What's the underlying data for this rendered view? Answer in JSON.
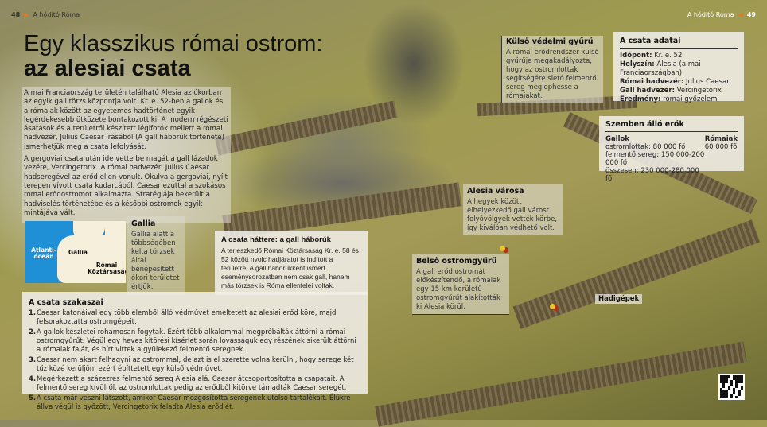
{
  "header_left": {
    "page": "48",
    "section": "A hódító Róma"
  },
  "header_right": {
    "page": "49",
    "section": "A hódító Róma"
  },
  "title": {
    "line1": "Egy klasszikus római ostrom:",
    "line2": "az alesiai csata"
  },
  "intro": [
    "A mai Franciaország területén található Alesia az ókorban az egyik gall törzs központja volt. Kr. e. 52-ben a gallok és a rómaiak között az egyetemes hadtörténet egyik legérdekesebb ütközete bontakozott ki. A modern régészeti ásatások és a területről készített légifotók mellett a római hadvezér, Julius Caesar írásából (A gall háborúk története) ismerhetjük meg a csata lefolyását.",
    "A gergoviai csata után ide vette be magát a gall lázadók vezére, Vercingetorix. A római hadvezér, Julius Caesar hadseregével az erőd ellen vonult. Okulva a gergoviai, nyílt terepen vívott csata kudarcából, Caesar ezúttal a szokásos római erődostromot alkalmazta. Stratégiája bekerült a hadviselés történetébe és a későbbi ostromok egyik mintájává vált."
  ],
  "map": {
    "labels": {
      "ocean": "Atlanti-óceán",
      "gallia": "Gallia",
      "rome": "Római Köztársaság"
    },
    "colors": {
      "sea": "#1f8fd6",
      "land": "#f6efdc"
    }
  },
  "gallia": {
    "title": "Gallia",
    "text": "Gallia alatt a többségében kelta törzsek által benépesített ókori területet értjük."
  },
  "background_box": {
    "title": "A csata háttere: a gall háborúk",
    "text": "A terjeszkedő Római Köztársaság Kr. e. 58 és 52 között nyolc hadjáratot is indított a területre. A gall háborúkként ismert eseménysorozatban nem csak gall, hanem más törzsek is Róma ellenfelei voltak."
  },
  "phases": {
    "title": "A csata szakaszai",
    "items": [
      {
        "num": "1.",
        "text": "Caesar katonáival egy több elemből álló védművet emeltetett az alesiai erőd köré, majd felsorakoztatta ostromgépeit."
      },
      {
        "num": "2.",
        "text": "A gallok készletei rohamosan fogytak. Ezért több alkalommal megpróbálták áttörni a római ostromgyűrűt. Végül egy heves kitörési kísérlet során lovasságuk egy részének sikerült áttörni a rómaiak falát, és hírt vittek a gyülekező felmentő seregnek."
      },
      {
        "num": "3.",
        "text": "Caesar nem akart felhagyni az ostrommal, de azt is el szerette volna kerülni, hogy serege két tűz közé kerüljön, ezért építtetett egy külső védművet."
      },
      {
        "num": "4.",
        "text": "Megérkezett a százezres felmentő sereg Alesia alá. Caesar átcsoportosította a csapatait. A felmentő sereg kívülről, az ostromlottak pedig az erődből kitörve támadták Caesar seregét."
      },
      {
        "num": "5.",
        "text": "A csata már veszni látszott, amikor Caesar mozgósította seregének utolsó tartalékait. Élükre állva végül is győzött, Vercingetorix feladta Alesia erődjét."
      }
    ]
  },
  "outer_ring": {
    "title": "Külső védelmi gyűrű",
    "text": "A római erődrendszer külső gyűrűje megakadályozta, hogy az ostromlottak segítségére siető felmentő sereg meglephesse a rómaiakat."
  },
  "facts": {
    "title": "A csata adatai",
    "rows": [
      {
        "label": "Időpont:",
        "value": "Kr. e. 52"
      },
      {
        "label": "Helyszín:",
        "value": "Alesia (a mai Franciaországban)"
      },
      {
        "label": "Római hadvezér:",
        "value": "Julius Caesar"
      },
      {
        "label": "Gall hadvezér:",
        "value": "Vercingetorix"
      },
      {
        "label": "Eredmény:",
        "value": "római győzelem"
      }
    ]
  },
  "forces": {
    "title": "Szemben álló erők",
    "gauls": {
      "title": "Gallok",
      "lines": [
        "ostromlottak: 80 000 fő",
        "felmentő sereg: 150 000-200 000 fő",
        "összesen: 230 000-280 000 fő"
      ]
    },
    "romans": {
      "title": "Rómaiak",
      "lines": [
        "60 000 fő"
      ]
    }
  },
  "alesia": {
    "title": "Alesia városa",
    "text": "A hegyek között elhelyezkedő gall várost folyóvölgyek vették körbe, így kiválóan védhető volt."
  },
  "inner_ring": {
    "title": "Belső ostromgyűrű",
    "text": "A gall erőd ostromát előkészítendő, a rómaiak egy 15 km kerületű ostromgyűrűt alakították ki Alesia körül."
  },
  "siege_label": "Hadigépek",
  "accent": "#e07a1e"
}
